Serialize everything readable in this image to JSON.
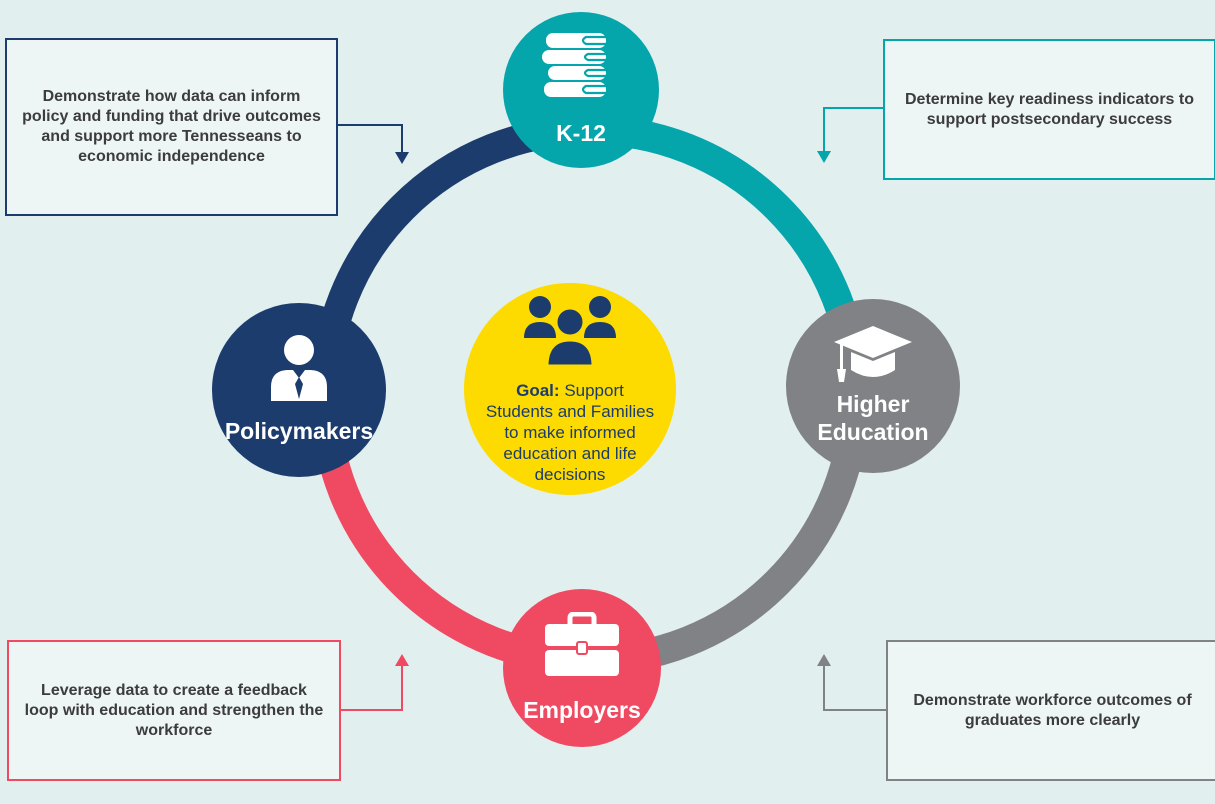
{
  "nodes": {
    "k12": {
      "label": "K-12",
      "icon": "books-icon",
      "color": "#05a5ac"
    },
    "policymakers": {
      "label": "Policymakers",
      "icon": "person-tie-icon",
      "color": "#1b3c6d"
    },
    "higher_education": {
      "label": "Higher\nEducation",
      "icon": "graduation-cap-icon",
      "color": "#818285"
    },
    "employers": {
      "label": "Employers",
      "icon": "briefcase-icon",
      "color": "#ef4a62"
    }
  },
  "goal": {
    "label": "Goal:",
    "text": "Support Students and Families to make informed education and life decisions",
    "icon": "group-of-people-icon",
    "color": "#fddb00"
  },
  "callouts": {
    "policymakers": "Demonstrate how data can inform policy and funding that drive outcomes and support more Tennesseans to economic independence",
    "k12": "Determine key readiness indicators to support postsecondary success",
    "employers": "Leverage data to create a feedback loop with education and strengthen the workforce",
    "higher_education": "Demonstrate workforce outcomes of graduates more clearly"
  },
  "colors": {
    "background": "#e2efef",
    "navy": "#1b3c6d",
    "teal": "#05a5ac",
    "gray": "#818285",
    "coral": "#ef4a62",
    "yellow": "#fddb00"
  }
}
